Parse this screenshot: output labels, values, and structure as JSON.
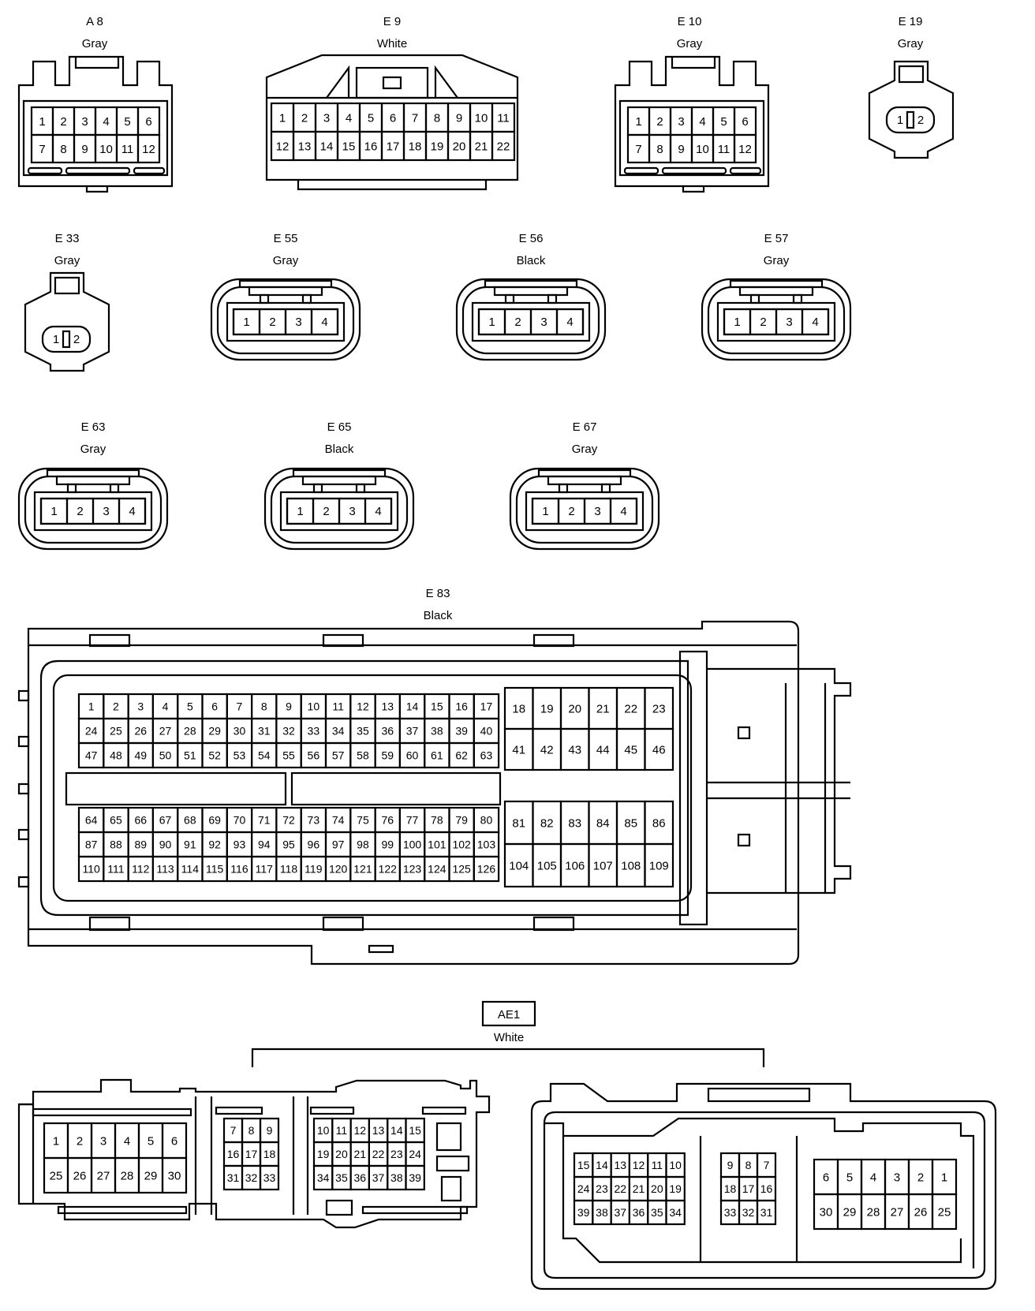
{
  "connectors": {
    "A8": {
      "code": "A 8",
      "color": "Gray"
    },
    "E9": {
      "code": "E 9",
      "color": "White"
    },
    "E10": {
      "code": "E 10",
      "color": "Gray"
    },
    "E19": {
      "code": "E 19",
      "color": "Gray"
    },
    "E33": {
      "code": "E 33",
      "color": "Gray"
    },
    "E55": {
      "code": "E 55",
      "color": "Gray"
    },
    "E56": {
      "code": "E 56",
      "color": "Black"
    },
    "E57": {
      "code": "E 57",
      "color": "Gray"
    },
    "E63": {
      "code": "E 63",
      "color": "Gray"
    },
    "E65": {
      "code": "E 65",
      "color": "Black"
    },
    "E67": {
      "code": "E 67",
      "color": "Gray"
    },
    "E83": {
      "code": "E 83",
      "color": "Black"
    },
    "AE1": {
      "code": "AE1",
      "color": "White"
    }
  },
  "pins": {
    "A8": [
      [
        "1",
        "2",
        "3",
        "4",
        "5",
        "6"
      ],
      [
        "7",
        "8",
        "9",
        "10",
        "11",
        "12"
      ]
    ],
    "E9": [
      [
        "1",
        "2",
        "3",
        "4",
        "5",
        "6",
        "7",
        "8",
        "9",
        "10",
        "11"
      ],
      [
        "12",
        "13",
        "14",
        "15",
        "16",
        "17",
        "18",
        "19",
        "20",
        "21",
        "22"
      ]
    ],
    "E10": [
      [
        "1",
        "2",
        "3",
        "4",
        "5",
        "6"
      ],
      [
        "7",
        "8",
        "9",
        "10",
        "11",
        "12"
      ]
    ],
    "E19": [
      "1",
      "2"
    ],
    "E33": [
      "1",
      "2"
    ],
    "E55": [
      "1",
      "2",
      "3",
      "4"
    ],
    "E56": [
      "1",
      "2",
      "3",
      "4"
    ],
    "E57": [
      "1",
      "2",
      "3",
      "4"
    ],
    "E63": [
      "1",
      "2",
      "3",
      "4"
    ],
    "E65": [
      "1",
      "2",
      "3",
      "4"
    ],
    "E67": [
      "1",
      "2",
      "3",
      "4"
    ],
    "E83_left_top": [
      [
        "1",
        "2",
        "3",
        "4",
        "5",
        "6",
        "7",
        "8",
        "9",
        "10",
        "11",
        "12",
        "13",
        "14",
        "15",
        "16",
        "17"
      ],
      [
        "24",
        "25",
        "26",
        "27",
        "28",
        "29",
        "30",
        "31",
        "32",
        "33",
        "34",
        "35",
        "36",
        "37",
        "38",
        "39",
        "40"
      ],
      [
        "47",
        "48",
        "49",
        "50",
        "51",
        "52",
        "53",
        "54",
        "55",
        "56",
        "57",
        "58",
        "59",
        "60",
        "61",
        "62",
        "63"
      ]
    ],
    "E83_left_bottom": [
      [
        "64",
        "65",
        "66",
        "67",
        "68",
        "69",
        "70",
        "71",
        "72",
        "73",
        "74",
        "75",
        "76",
        "77",
        "78",
        "79",
        "80"
      ],
      [
        "87",
        "88",
        "89",
        "90",
        "91",
        "92",
        "93",
        "94",
        "95",
        "96",
        "97",
        "98",
        "99",
        "100",
        "101",
        "102",
        "103"
      ],
      [
        "110",
        "111",
        "112",
        "113",
        "114",
        "115",
        "116",
        "117",
        "118",
        "119",
        "120",
        "121",
        "122",
        "123",
        "124",
        "125",
        "126"
      ]
    ],
    "E83_right_top": [
      [
        "18",
        "19",
        "20",
        "21",
        "22",
        "23"
      ],
      [
        "41",
        "42",
        "43",
        "44",
        "45",
        "46"
      ]
    ],
    "E83_right_bottom": [
      [
        "81",
        "82",
        "83",
        "84",
        "85",
        "86"
      ],
      [
        "104",
        "105",
        "106",
        "107",
        "108",
        "109"
      ]
    ],
    "AE1_left_a": [
      [
        "1",
        "2",
        "3",
        "4",
        "5",
        "6"
      ],
      [
        "25",
        "26",
        "27",
        "28",
        "29",
        "30"
      ]
    ],
    "AE1_left_b": [
      [
        "7",
        "8",
        "9"
      ],
      [
        "16",
        "17",
        "18"
      ],
      [
        "31",
        "32",
        "33"
      ]
    ],
    "AE1_left_c": [
      [
        "10",
        "11",
        "12",
        "13",
        "14",
        "15"
      ],
      [
        "19",
        "20",
        "21",
        "22",
        "23",
        "24"
      ],
      [
        "34",
        "35",
        "36",
        "37",
        "38",
        "39"
      ]
    ],
    "AE1_right_a": [
      [
        "15",
        "14",
        "13",
        "12",
        "11",
        "10"
      ],
      [
        "24",
        "23",
        "22",
        "21",
        "20",
        "19"
      ],
      [
        "39",
        "38",
        "37",
        "36",
        "35",
        "34"
      ]
    ],
    "AE1_right_b": [
      [
        "9",
        "8",
        "7"
      ],
      [
        "18",
        "17",
        "16"
      ],
      [
        "33",
        "32",
        "31"
      ]
    ],
    "AE1_right_c": [
      [
        "6",
        "5",
        "4",
        "3",
        "2",
        "1"
      ],
      [
        "30",
        "29",
        "28",
        "27",
        "26",
        "25"
      ]
    ]
  }
}
